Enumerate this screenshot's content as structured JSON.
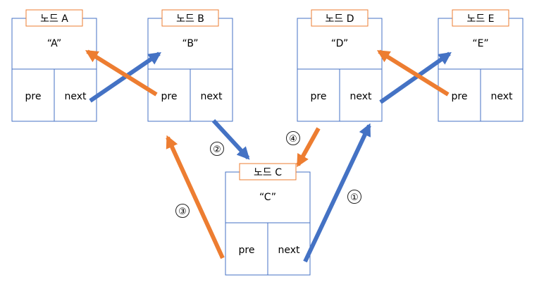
{
  "nodes": [
    {
      "id": "a",
      "title": "노드 A",
      "value": "“A”",
      "pre": "pre",
      "next": "next"
    },
    {
      "id": "b",
      "title": "노드 B",
      "value": "“B”",
      "pre": "pre",
      "next": "next"
    },
    {
      "id": "c",
      "title": "노드 C",
      "value": "“C”",
      "pre": "pre",
      "next": "next"
    },
    {
      "id": "d",
      "title": "노드 D",
      "value": "“D”",
      "pre": "pre",
      "next": "next"
    },
    {
      "id": "e",
      "title": "노드 E",
      "value": "“E”",
      "pre": "pre",
      "next": "next"
    }
  ],
  "step_labels": [
    "①",
    "②",
    "③",
    "④"
  ],
  "colors": {
    "box_border": "#4472c4",
    "title_border": "#ed7d31",
    "arrow_blue": "#4472c4",
    "arrow_orange": "#ed7d31"
  }
}
